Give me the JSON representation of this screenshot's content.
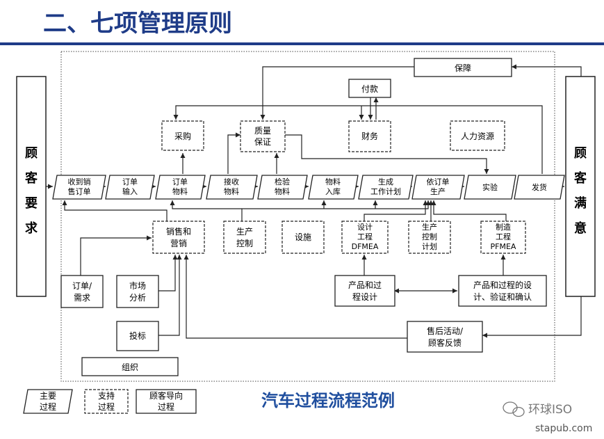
{
  "title": "二、七项管理原则",
  "caption": "汽车过程流程范例",
  "watermark": {
    "brand": "环球ISO",
    "site": "stapub.com"
  },
  "colors": {
    "title": "#1f3c88",
    "rule": "#1f3c88",
    "caption": "#1f4e9e",
    "line": "#222222"
  },
  "side": {
    "left": [
      "顾",
      "客",
      "要",
      "求"
    ],
    "right": [
      "顾",
      "客",
      "满",
      "意"
    ]
  },
  "main_process": [
    [
      "收到销",
      "售订单"
    ],
    [
      "订单",
      "输入"
    ],
    [
      "订单",
      "物料"
    ],
    [
      "接收",
      "物料"
    ],
    [
      "检验",
      "物料"
    ],
    [
      "物料",
      "入库"
    ],
    [
      "生成",
      "工作计划"
    ],
    [
      "依订单",
      "生产"
    ],
    [
      "实验"
    ],
    [
      "发货"
    ]
  ],
  "support": {
    "purchase": [
      "采购"
    ],
    "quality": [
      "质量",
      "保证"
    ],
    "finance": [
      "财务"
    ],
    "hr": [
      "人力资源"
    ],
    "sales": [
      "销售和",
      "营销"
    ],
    "prodctl": [
      "生产",
      "控制"
    ],
    "facility": [
      "设施"
    ],
    "dfmea": [
      "设计",
      "工程",
      "DFMEA"
    ],
    "prodplan": [
      "生产",
      "控制",
      "计划"
    ],
    "pfmea": [
      "制造",
      "工程",
      "PFMEA"
    ]
  },
  "customer": {
    "guarantee": [
      "保障"
    ],
    "payment": [
      "付款"
    ],
    "order": [
      "订单/",
      "需求"
    ],
    "market": [
      "市场",
      "分析"
    ],
    "bid": [
      "投标"
    ],
    "design": [
      "产品和过",
      "程设计"
    ],
    "verify": [
      "产品和过程的设",
      "计、验证和确认"
    ],
    "aftersale": [
      "售后活动/",
      "顾客反馈"
    ],
    "org": [
      "组织"
    ]
  },
  "legend": [
    [
      "主要",
      "过程"
    ],
    [
      "支持",
      "过程"
    ],
    [
      "顾客导向",
      "过程"
    ]
  ]
}
